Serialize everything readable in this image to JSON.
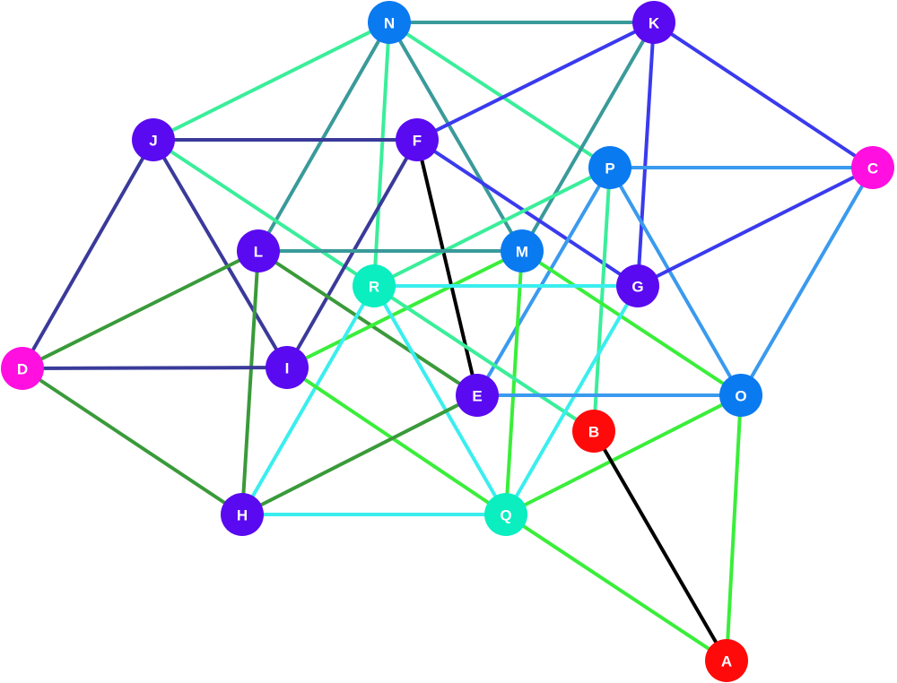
{
  "graph": {
    "nodes": [
      {
        "id": "A",
        "label": "A",
        "color": "#ff0a0a"
      },
      {
        "id": "B",
        "label": "B",
        "color": "#ff0a0a"
      },
      {
        "id": "C",
        "label": "C",
        "color": "#ff0fe0"
      },
      {
        "id": "D",
        "label": "D",
        "color": "#ff0fe0"
      },
      {
        "id": "E",
        "label": "E",
        "color": "#5a0af0"
      },
      {
        "id": "F",
        "label": "F",
        "color": "#5a0af0"
      },
      {
        "id": "G",
        "label": "G",
        "color": "#5a0af0"
      },
      {
        "id": "H",
        "label": "H",
        "color": "#5a0af0"
      },
      {
        "id": "I",
        "label": "I",
        "color": "#5a0af0"
      },
      {
        "id": "J",
        "label": "J",
        "color": "#5a0af0"
      },
      {
        "id": "K",
        "label": "K",
        "color": "#5a0af0"
      },
      {
        "id": "L",
        "label": "L",
        "color": "#5a0af0"
      },
      {
        "id": "M",
        "label": "M",
        "color": "#0a7af0"
      },
      {
        "id": "N",
        "label": "N",
        "color": "#0a7af0"
      },
      {
        "id": "O",
        "label": "O",
        "color": "#0a7af0"
      },
      {
        "id": "P",
        "label": "P",
        "color": "#0a7af0"
      },
      {
        "id": "Q",
        "label": "Q",
        "color": "#0aeec0"
      },
      {
        "id": "R",
        "label": "R",
        "color": "#0aeec0"
      }
    ],
    "edges": [
      {
        "from": "N",
        "to": "K",
        "color": "#3a9a9a"
      },
      {
        "from": "N",
        "to": "J",
        "color": "#3aee9a"
      },
      {
        "from": "N",
        "to": "L",
        "color": "#3a9a9a"
      },
      {
        "from": "N",
        "to": "R",
        "color": "#3aee9a"
      },
      {
        "from": "N",
        "to": "M",
        "color": "#3a9a9a"
      },
      {
        "from": "N",
        "to": "P",
        "color": "#3aee9a"
      },
      {
        "from": "K",
        "to": "F",
        "color": "#3a3aee"
      },
      {
        "from": "K",
        "to": "M",
        "color": "#3a9a9a"
      },
      {
        "from": "K",
        "to": "G",
        "color": "#3a3aee"
      },
      {
        "from": "K",
        "to": "C",
        "color": "#3a3aee"
      },
      {
        "from": "J",
        "to": "F",
        "color": "#3a3a9a"
      },
      {
        "from": "J",
        "to": "D",
        "color": "#3a3a9a"
      },
      {
        "from": "J",
        "to": "I",
        "color": "#3a3a9a"
      },
      {
        "from": "J",
        "to": "R",
        "color": "#3aee9a"
      },
      {
        "from": "F",
        "to": "I",
        "color": "#3a3a9a"
      },
      {
        "from": "F",
        "to": "E",
        "color": "#000000"
      },
      {
        "from": "F",
        "to": "G",
        "color": "#3a3aee"
      },
      {
        "from": "P",
        "to": "C",
        "color": "#3a9aee"
      },
      {
        "from": "P",
        "to": "R",
        "color": "#3aee9a"
      },
      {
        "from": "P",
        "to": "E",
        "color": "#3a9aee"
      },
      {
        "from": "P",
        "to": "O",
        "color": "#3a9aee"
      },
      {
        "from": "P",
        "to": "B",
        "color": "#3aee9a"
      },
      {
        "from": "C",
        "to": "G",
        "color": "#3a3aee"
      },
      {
        "from": "C",
        "to": "O",
        "color": "#3a9aee"
      },
      {
        "from": "L",
        "to": "M",
        "color": "#3a9a9a"
      },
      {
        "from": "L",
        "to": "D",
        "color": "#3a9a3a"
      },
      {
        "from": "L",
        "to": "H",
        "color": "#3a9a3a"
      },
      {
        "from": "L",
        "to": "E",
        "color": "#3a9a3a"
      },
      {
        "from": "M",
        "to": "I",
        "color": "#3aee3a"
      },
      {
        "from": "M",
        "to": "Q",
        "color": "#3aee3a"
      },
      {
        "from": "M",
        "to": "O",
        "color": "#3aee3a"
      },
      {
        "from": "R",
        "to": "G",
        "color": "#3aeeee"
      },
      {
        "from": "R",
        "to": "H",
        "color": "#3aeeee"
      },
      {
        "from": "R",
        "to": "Q",
        "color": "#3aeeee"
      },
      {
        "from": "R",
        "to": "B",
        "color": "#3aee9a"
      },
      {
        "from": "G",
        "to": "Q",
        "color": "#3aeeee"
      },
      {
        "from": "D",
        "to": "I",
        "color": "#3a3a9a"
      },
      {
        "from": "D",
        "to": "H",
        "color": "#3a9a3a"
      },
      {
        "from": "I",
        "to": "Q",
        "color": "#3aee3a"
      },
      {
        "from": "E",
        "to": "O",
        "color": "#3a9aee"
      },
      {
        "from": "E",
        "to": "H",
        "color": "#3a9a3a"
      },
      {
        "from": "H",
        "to": "Q",
        "color": "#3aeeee"
      },
      {
        "from": "O",
        "to": "Q",
        "color": "#3aee3a"
      },
      {
        "from": "O",
        "to": "A",
        "color": "#3aee3a"
      },
      {
        "from": "Q",
        "to": "A",
        "color": "#3aee3a"
      },
      {
        "from": "B",
        "to": "A",
        "color": "#000000"
      }
    ]
  }
}
